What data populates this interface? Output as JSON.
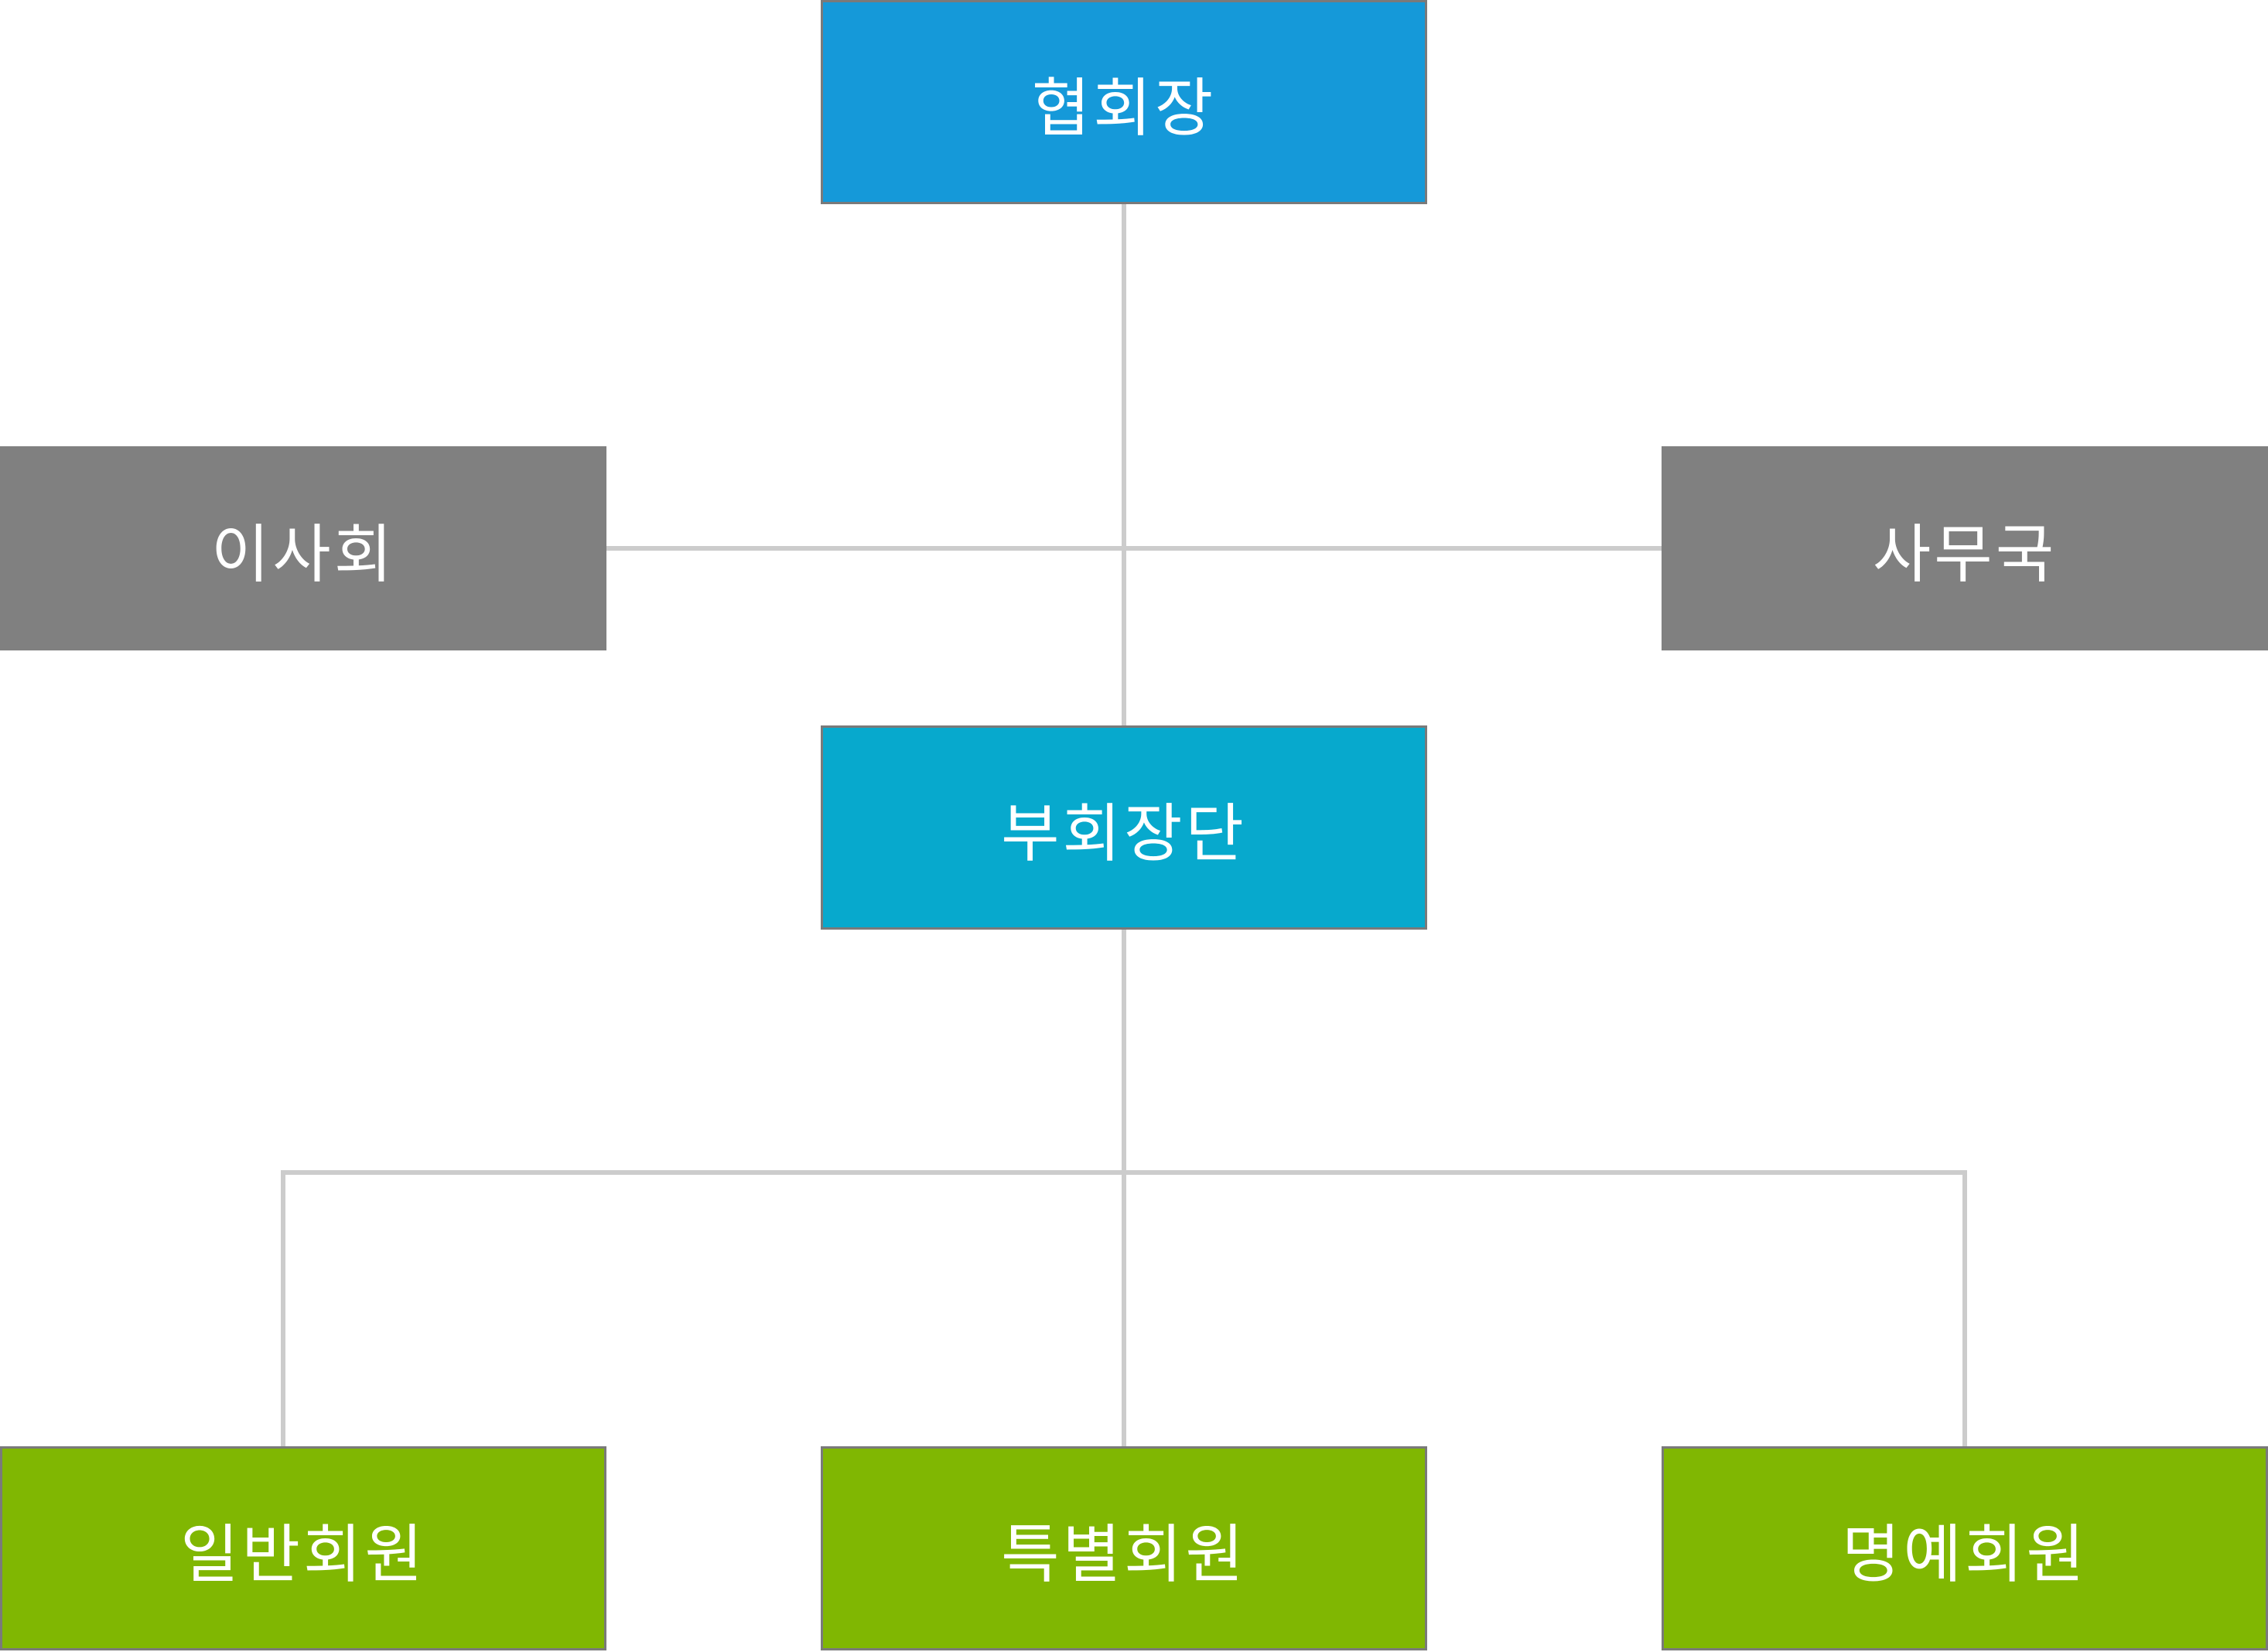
{
  "colors": {
    "president": "#1599d9",
    "vice_president": "#07a9cd",
    "committee": "#808080",
    "member": "#80b702",
    "connector": "#cccccc",
    "border": "#7a7a7a"
  },
  "nodes": {
    "president": {
      "label": "협회장"
    },
    "board": {
      "label": "이사회"
    },
    "secretariat": {
      "label": "사무국"
    },
    "vice_president": {
      "label": "부회장단"
    },
    "general_member": {
      "label": "일반회원"
    },
    "special_member": {
      "label": "특별회원"
    },
    "honorary_member": {
      "label": "명예회원"
    }
  }
}
